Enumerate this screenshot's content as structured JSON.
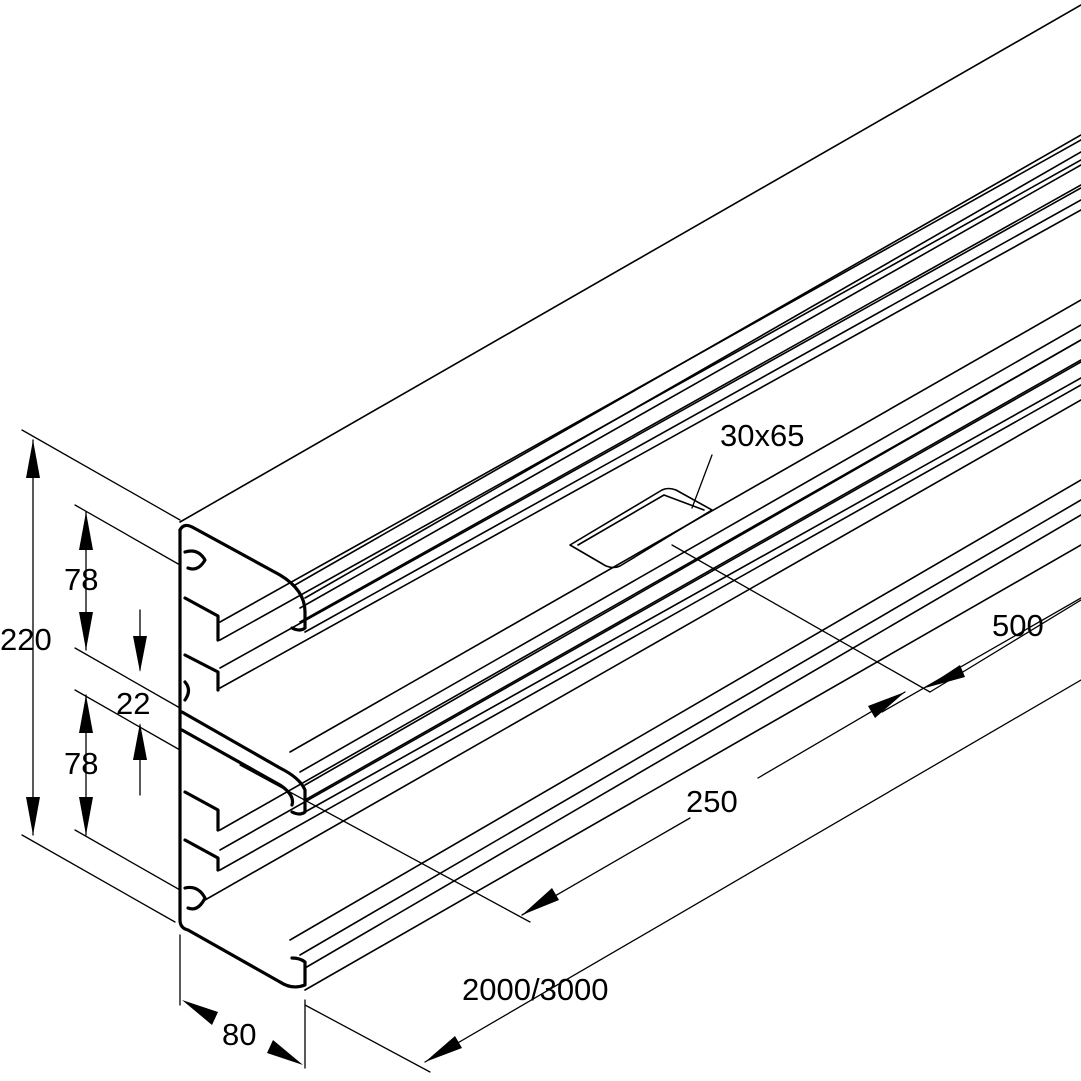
{
  "dimensions": {
    "cutout": "30x65",
    "height_total": "220",
    "upper_chamber": "78",
    "divider": "22",
    "lower_chamber": "78",
    "spacing_500": "500",
    "offset_250": "250",
    "length": "2000/3000",
    "width": "80"
  },
  "colors": {
    "line": "#000000",
    "background": "#ffffff"
  }
}
